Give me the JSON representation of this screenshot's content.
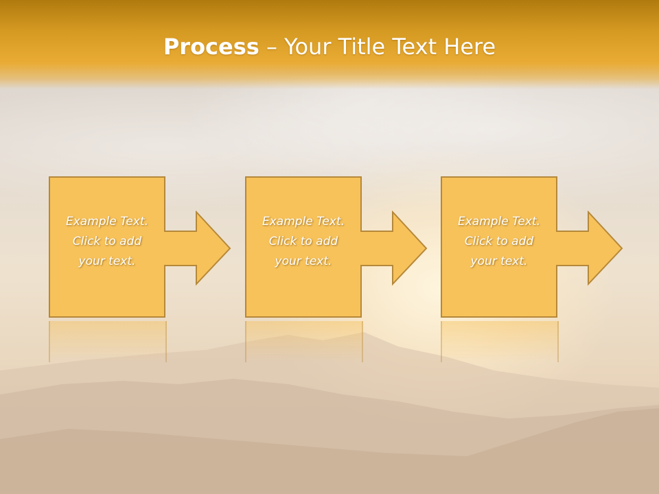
{
  "slide": {
    "title_bold": "Process",
    "title_rest": " – Your Title Text Here"
  },
  "steps": [
    {
      "text": "Example Text.\nClick  to add\nyour text."
    },
    {
      "text": "Example Text.\nClick  to add\nyour text."
    },
    {
      "text": "Example Text.\nClick  to add\nyour text."
    }
  ],
  "colors": {
    "header": "#d59a22",
    "step_fill": "#f7c25a",
    "step_border": "#b5883a",
    "text": "#ffffff"
  }
}
